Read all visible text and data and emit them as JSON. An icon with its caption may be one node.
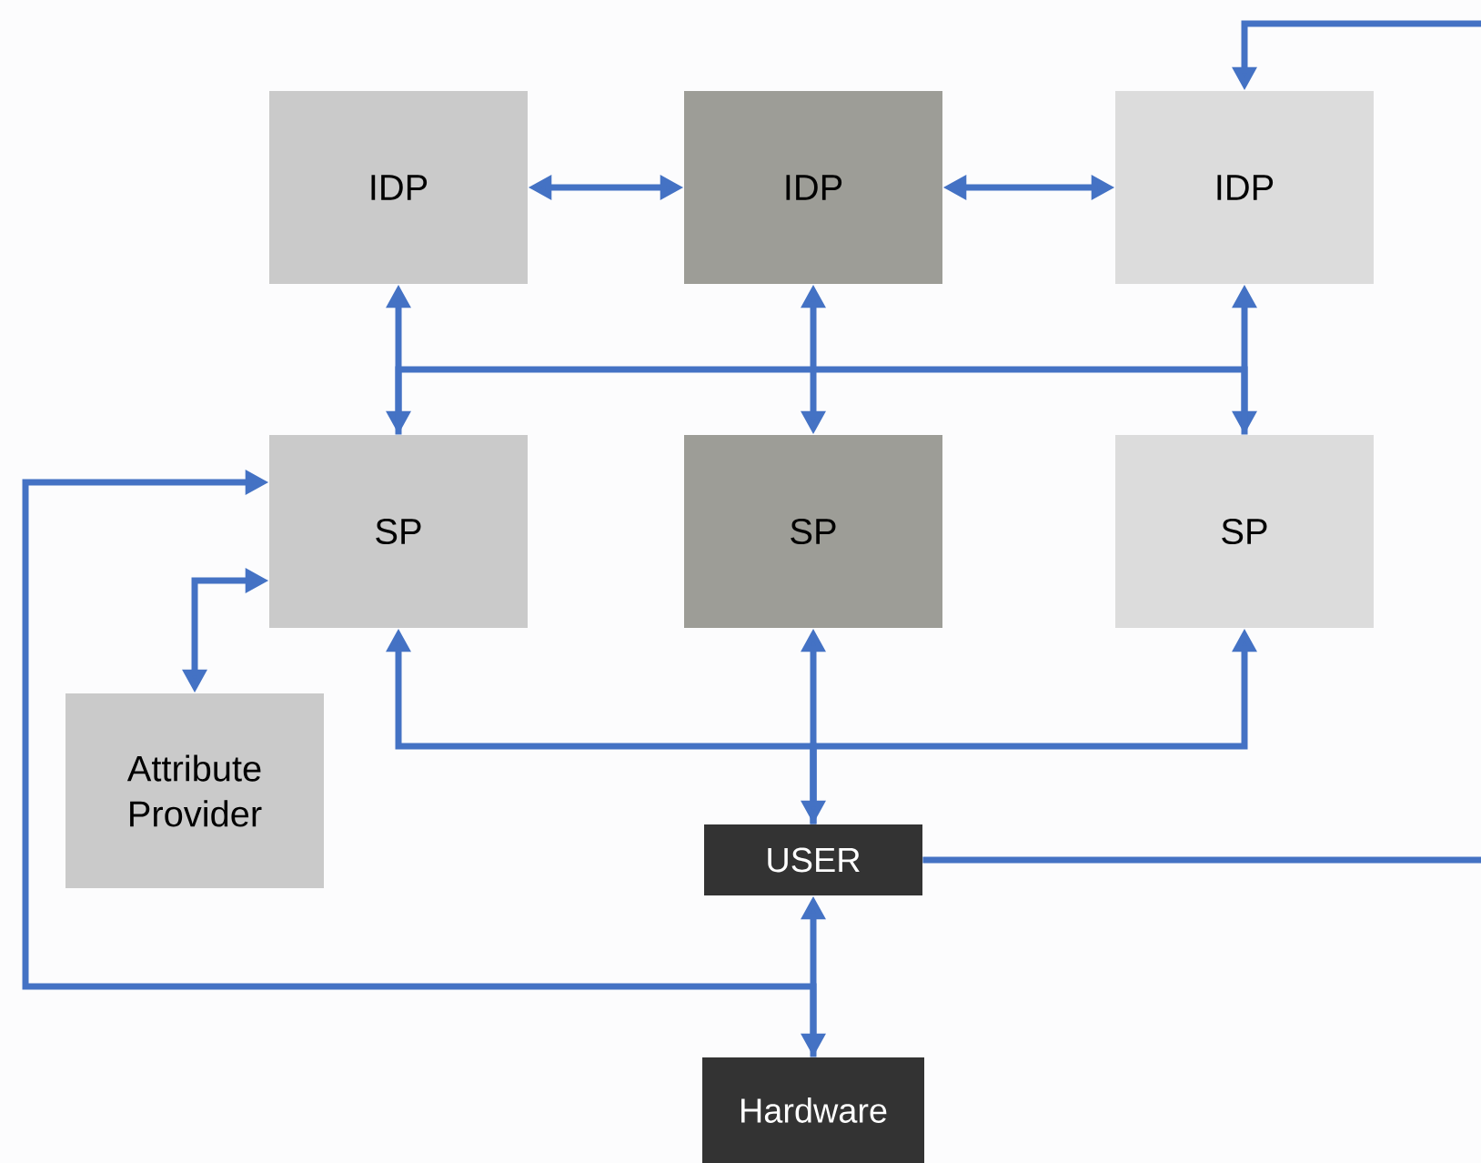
{
  "diagram": {
    "nodes": [
      {
        "text": [
          "IDP"
        ]
      },
      {
        "text": [
          "IDP"
        ]
      },
      {
        "text": [
          "IDP"
        ]
      },
      {
        "text": [
          "SP"
        ]
      },
      {
        "text": [
          "SP"
        ]
      },
      {
        "text": [
          "SP"
        ]
      },
      {
        "text": [
          "Attribute Provider"
        ]
      },
      {
        "text": [
          "USER"
        ]
      },
      {
        "text": [
          "Hardware"
        ]
      }
    ],
    "edges": [
      {
        "from": 0,
        "to": 1,
        "arrow": "both"
      },
      {
        "from": 1,
        "to": 2,
        "arrow": "both"
      },
      {
        "from": 0,
        "to": 3,
        "arrow": "both"
      },
      {
        "from": 1,
        "to": 4,
        "arrow": "both"
      },
      {
        "from": 2,
        "to": 5,
        "arrow": "both"
      },
      {
        "from": 3,
        "to": 5,
        "arrow": "none"
      },
      {
        "from": 7,
        "to": 3,
        "arrow": "to"
      },
      {
        "from": 7,
        "to": 5,
        "arrow": "to"
      },
      {
        "from": 4,
        "to": 7,
        "arrow": "both"
      },
      {
        "from": 7,
        "to": 2,
        "arrow": "to"
      },
      {
        "from": 8,
        "to": 7,
        "arrow": "both"
      },
      {
        "from": 8,
        "to": 3,
        "arrow": "to"
      },
      {
        "from": 6,
        "to": 3,
        "arrow": "both"
      }
    ]
  }
}
